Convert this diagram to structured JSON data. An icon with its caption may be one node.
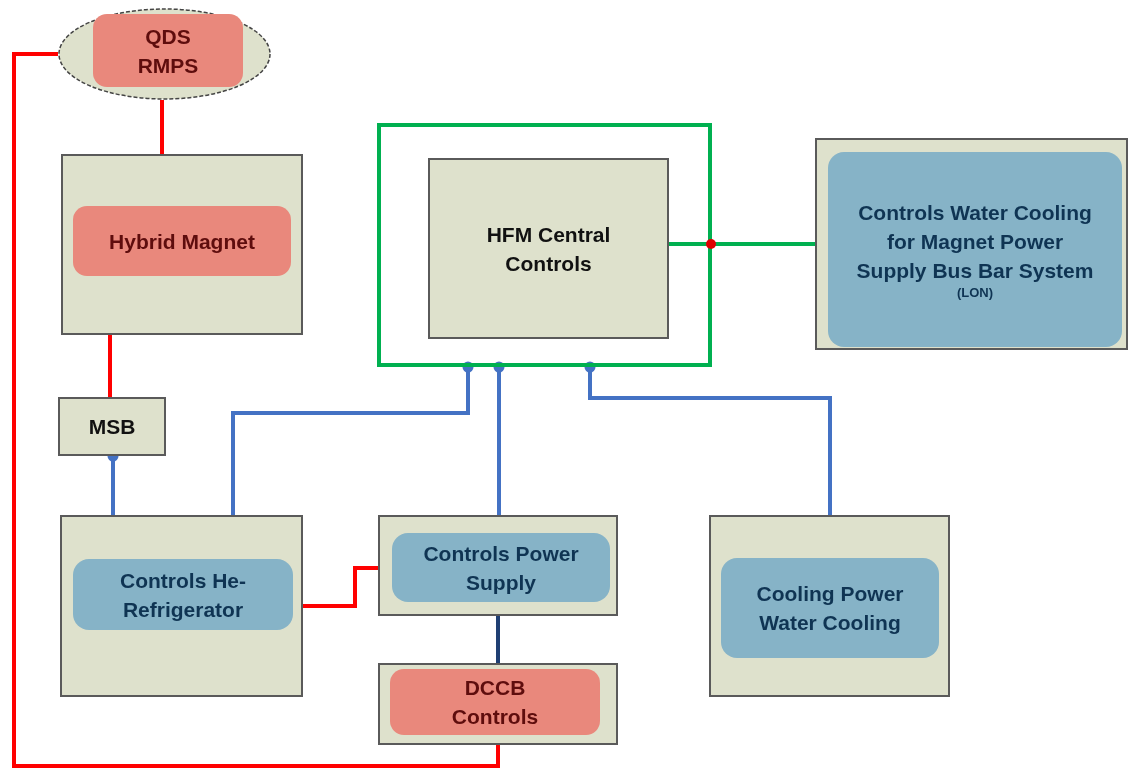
{
  "diagram": {
    "nodes": [
      {
        "text": [],
        "shape": "ellipse"
      },
      {
        "text": [
          "QDS RMPS"
        ],
        "in": 0
      },
      {
        "text": [],
        "shape": "box"
      },
      {
        "text": [
          "Hybrid Magnet"
        ],
        "in": 2
      },
      {
        "text": [],
        "shape": "box"
      },
      {
        "text": [
          "HFM Central Controls"
        ],
        "in": 4
      },
      {
        "text": [],
        "shape": "box"
      },
      {
        "text": [
          "Controls Water Cooling for Magnet Power Supply Bus Bar System",
          "(LON)"
        ],
        "in": 6
      },
      {
        "text": [
          "MSB"
        ]
      },
      {
        "text": [],
        "shape": "box"
      },
      {
        "text": [
          "Controls He-Refrigerator"
        ],
        "in": 9
      },
      {
        "text": [],
        "shape": "box"
      },
      {
        "text": [
          "Controls Power Supply"
        ],
        "in": 11
      },
      {
        "text": [],
        "shape": "box"
      },
      {
        "text": [
          "Cooling Power Water Cooling"
        ],
        "in": 13
      },
      {
        "text": [],
        "shape": "box"
      },
      {
        "text": [
          "DCCB Controls"
        ],
        "in": 15
      }
    ],
    "edges": [
      {
        "from": 0,
        "to": 2,
        "arrow": "none",
        "color": "#ff0000"
      },
      {
        "from": 2,
        "to": 8,
        "arrow": "none",
        "color": "#ff0000"
      },
      {
        "from": 0,
        "to": 15,
        "arrow": "none",
        "color": "#ff0000"
      },
      {
        "from": 8,
        "to": 9,
        "arrow": "other",
        "color": "#4472c4"
      },
      {
        "from": 4,
        "to": 9,
        "arrow": "other",
        "color": "#4472c4"
      },
      {
        "from": 4,
        "to": 11,
        "arrow": "other",
        "color": "#4472c4"
      },
      {
        "from": 4,
        "to": 13,
        "arrow": "other",
        "color": "#4472c4"
      },
      {
        "from": 5,
        "to": 6,
        "arrow": "none",
        "color": "#00b050"
      },
      {
        "from": 9,
        "to": 11,
        "arrow": "none",
        "color": "#ff0000"
      },
      {
        "from": 11,
        "to": 15,
        "arrow": "none",
        "color": "#1f3f73"
      }
    ]
  }
}
